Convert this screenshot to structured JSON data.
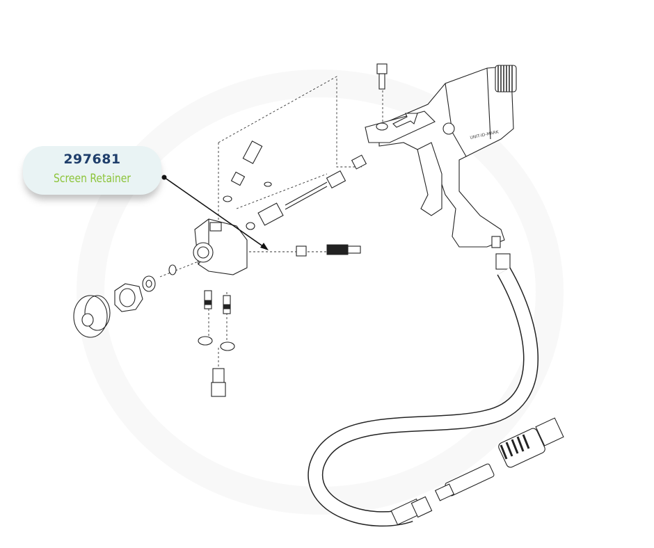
{
  "callout": {
    "part_number": "297681",
    "part_name": "Screen Retainer"
  },
  "gun_label": "UNIT-ID-MARK",
  "colors": {
    "callout_bg": "#e9f3f4",
    "part_number": "#1f3e6b",
    "part_name": "#8cc43a",
    "line_art": "#222222"
  }
}
